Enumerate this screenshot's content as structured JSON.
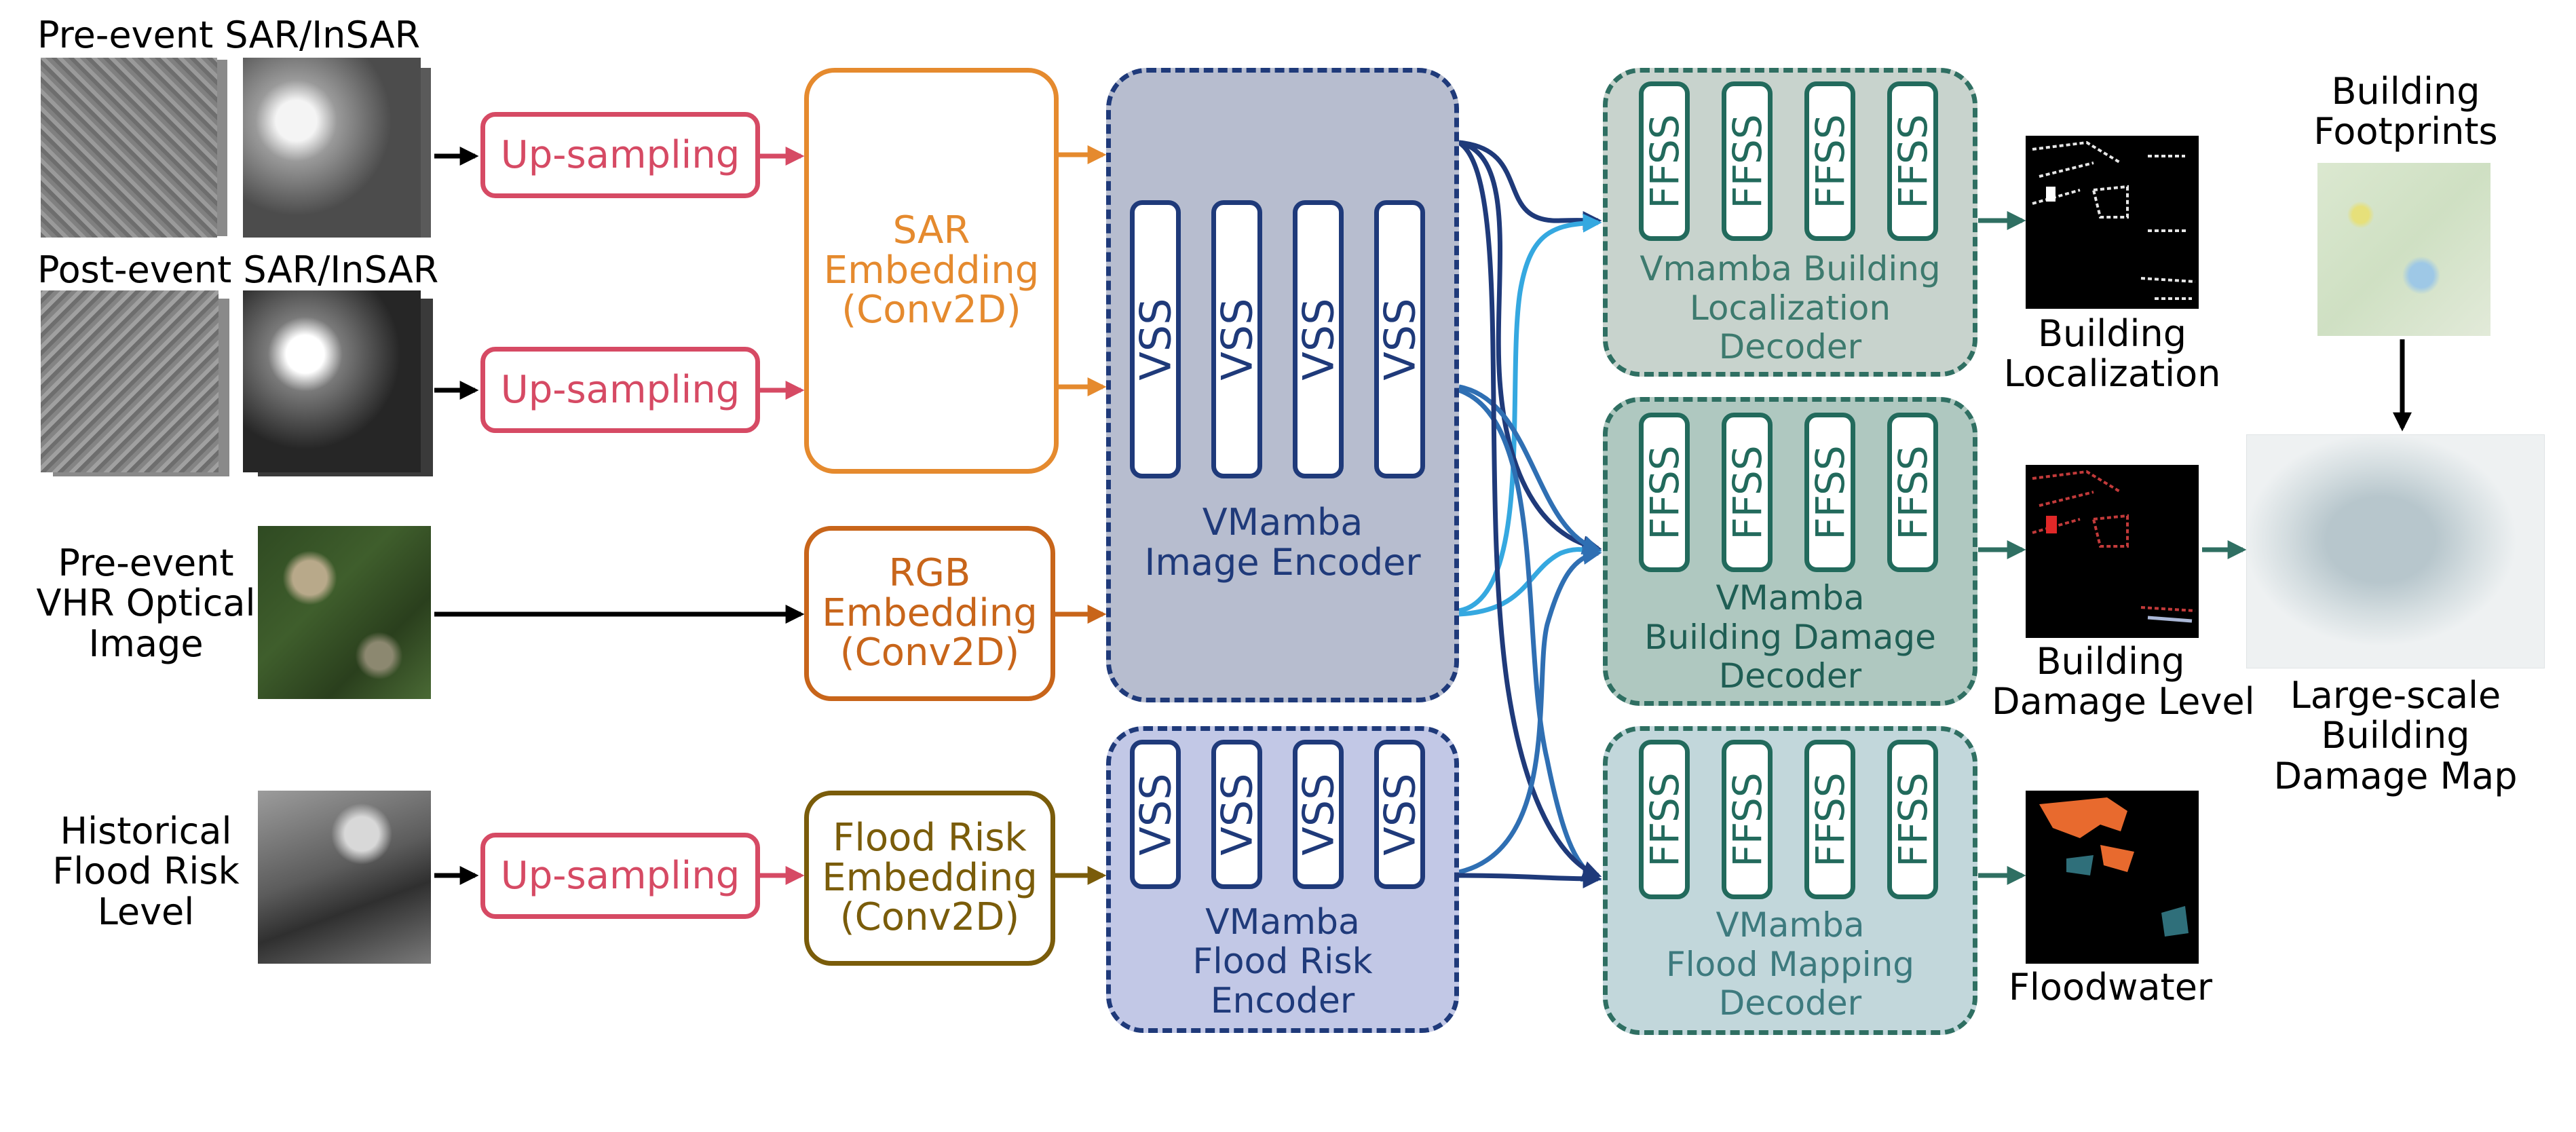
{
  "inputs": {
    "pre_sar": "Pre-event SAR/InSAR",
    "post_sar": "Post-event SAR/InSAR",
    "optical_1": "Pre-event",
    "optical_2": "VHR Optical",
    "optical_3": "Image",
    "flood_1": "Historical",
    "flood_2": "Flood Risk",
    "flood_3": "Level"
  },
  "upsampling": "Up-sampling",
  "embeddings": {
    "sar_1": "SAR",
    "sar_2": "Embedding",
    "sar_3": "(Conv2D)",
    "rgb_1": "RGB",
    "rgb_2": "Embedding",
    "rgb_3": "(Conv2D)",
    "flood_1": "Flood Risk",
    "flood_2": "Embedding",
    "flood_3": "(Conv2D)"
  },
  "encoders": {
    "image_1": "VMamba",
    "image_2": "Image Encoder",
    "flood_1": "VMamba",
    "flood_2": "Flood Risk",
    "flood_3": "Encoder",
    "block": "VSS"
  },
  "decoders": {
    "block": "FFSS",
    "loc_1": "Vmamba Building",
    "loc_2": "Localization",
    "loc_3": "Decoder",
    "dmg_1": "VMamba",
    "dmg_2": "Building Damage",
    "dmg_3": "Decoder",
    "flood_1": "VMamba",
    "flood_2": "Flood Mapping",
    "flood_3": "Decoder"
  },
  "outputs": {
    "loc_1": "Building",
    "loc_2": "Localization",
    "dmg_1": "Building",
    "dmg_2": "Damage Level",
    "flood": "Floodwater",
    "foot_1": "Building",
    "foot_2": "Footprints",
    "map_1": "Large-scale",
    "map_2": "Building",
    "map_3": "Damage Map"
  },
  "colors": {
    "upsampling": "#d64a64",
    "sar_embedding": "#e58a2e",
    "rgb_embedding": "#c8651a",
    "flood_embedding": "#7a5c0a",
    "image_encoder_fill": "#b7bdcf",
    "flood_encoder_fill": "#c2c8e6",
    "encoder_border": "#1f3a7a",
    "decoder_border": "#2f6f62",
    "arrow_navy": "#1f3a7a",
    "arrow_light_blue": "#35a8e0",
    "arrow_mid_blue": "#2f6fb3"
  }
}
